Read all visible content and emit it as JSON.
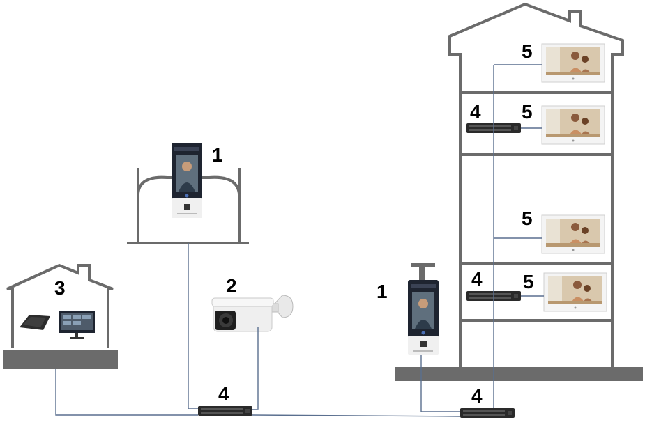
{
  "labels": {
    "access_gate": "1",
    "access_building": "1",
    "camera": "2",
    "management_center": "3",
    "switch_gate": "4",
    "switch_main": "4",
    "switch_floor_upper": "4",
    "switch_floor_lower": "4",
    "monitor_1": "5",
    "monitor_2": "5",
    "monitor_3": "5",
    "monitor_4": "5"
  },
  "colors": {
    "structure": "#6b6b6b",
    "cable": "#5a6f8f",
    "switch_body": "#2a2a2a",
    "monitor_frame": "#f4f4f4",
    "terminal_screen": "#1e2430"
  },
  "icons": {
    "access_terminal": "face-recognition-terminal-icon",
    "camera": "bullet-camera-icon",
    "switch": "network-switch-icon",
    "monitor": "indoor-monitor-icon",
    "pc": "desktop-pc-icon",
    "tablet": "tablet-icon"
  }
}
